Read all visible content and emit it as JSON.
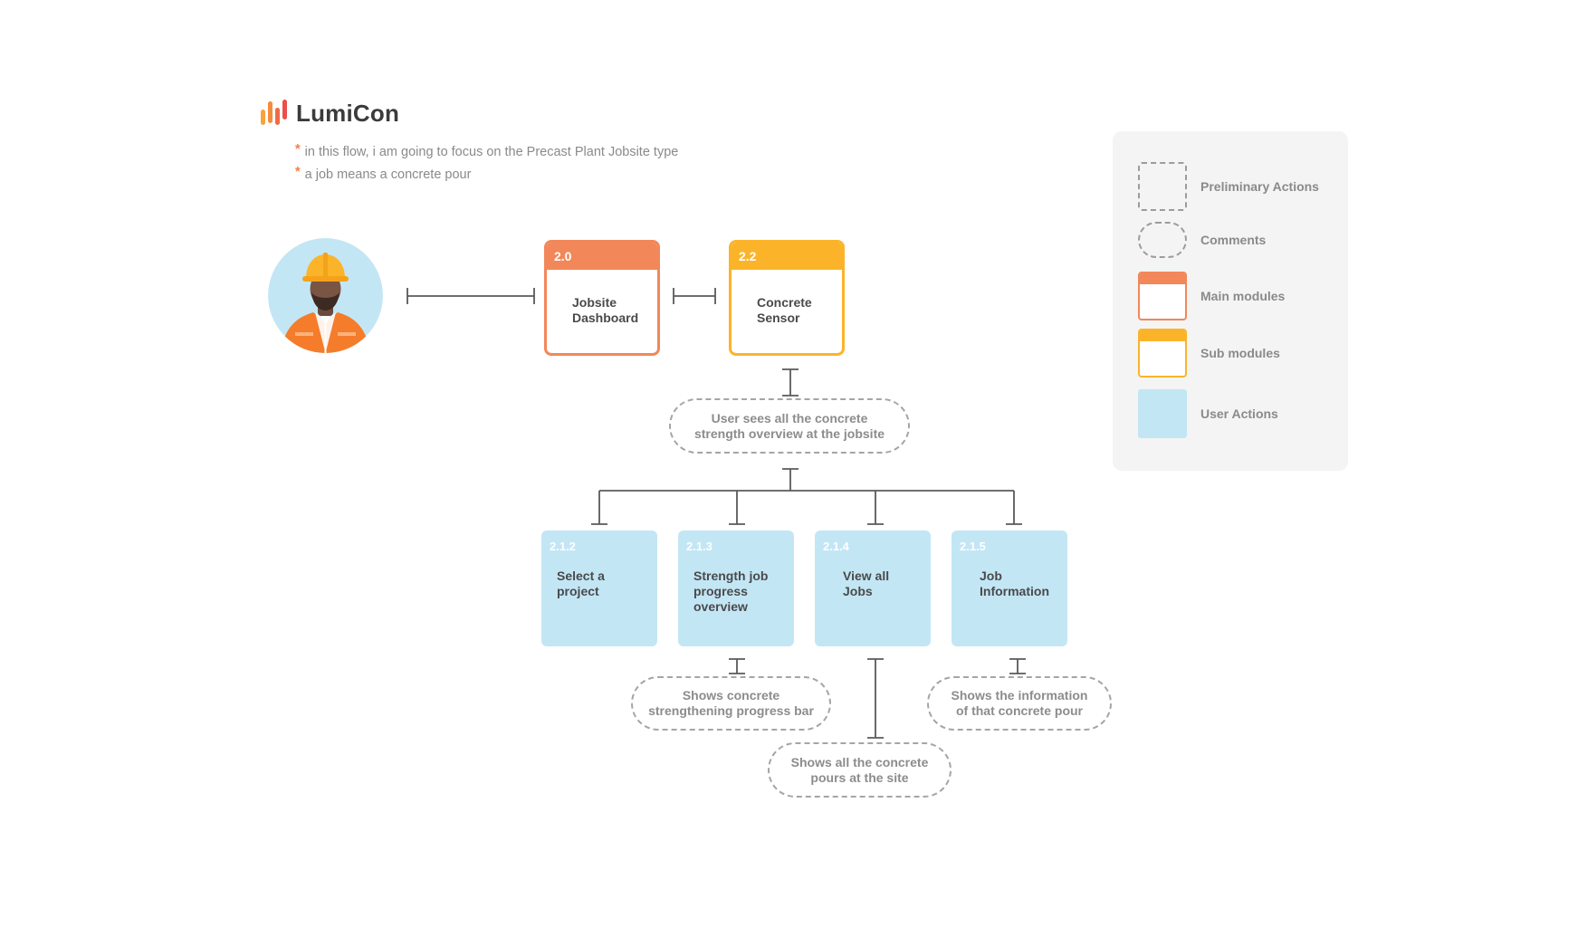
{
  "brand": {
    "name": "LumiCon"
  },
  "notes": [
    "in this flow, i am going to focus on the Precast Plant Jobsite type",
    "a job means a concrete pour"
  ],
  "modules": {
    "main": {
      "id": "2.0",
      "label": "Jobsite\nDashboard"
    },
    "sub": {
      "id": "2.2",
      "label": "Concrete\nSensor"
    }
  },
  "comments": {
    "overview": "User sees all the concrete\nstrength overview at the jobsite",
    "progress": "Shows concrete\nstrengthening progress bar",
    "pours": "Shows all the concrete\npours at the site",
    "info": "Shows the information\nof that concrete pour"
  },
  "actions": [
    {
      "id": "2.1.2",
      "label": "Select a\nproject"
    },
    {
      "id": "2.1.3",
      "label": "Strength job\nprogress\noverview"
    },
    {
      "id": "2.1.4",
      "label": "View all\nJobs"
    },
    {
      "id": "2.1.5",
      "label": "Job\nInformation"
    }
  ],
  "legend": [
    {
      "kind": "prelim",
      "label": "Preliminary Actions"
    },
    {
      "kind": "comment",
      "label": "Comments"
    },
    {
      "kind": "main",
      "label": "Main modules"
    },
    {
      "kind": "sub",
      "label": "Sub modules"
    },
    {
      "kind": "action",
      "label": "User Actions"
    }
  ],
  "colors": {
    "main": "#f2875a",
    "sub": "#fbb42a",
    "action": "#c3e6f5",
    "connector": "#5a5a5a",
    "avatar_bg": "#c3e6f5",
    "helmet": "#fbb42a",
    "vest": "#f57c2a"
  }
}
